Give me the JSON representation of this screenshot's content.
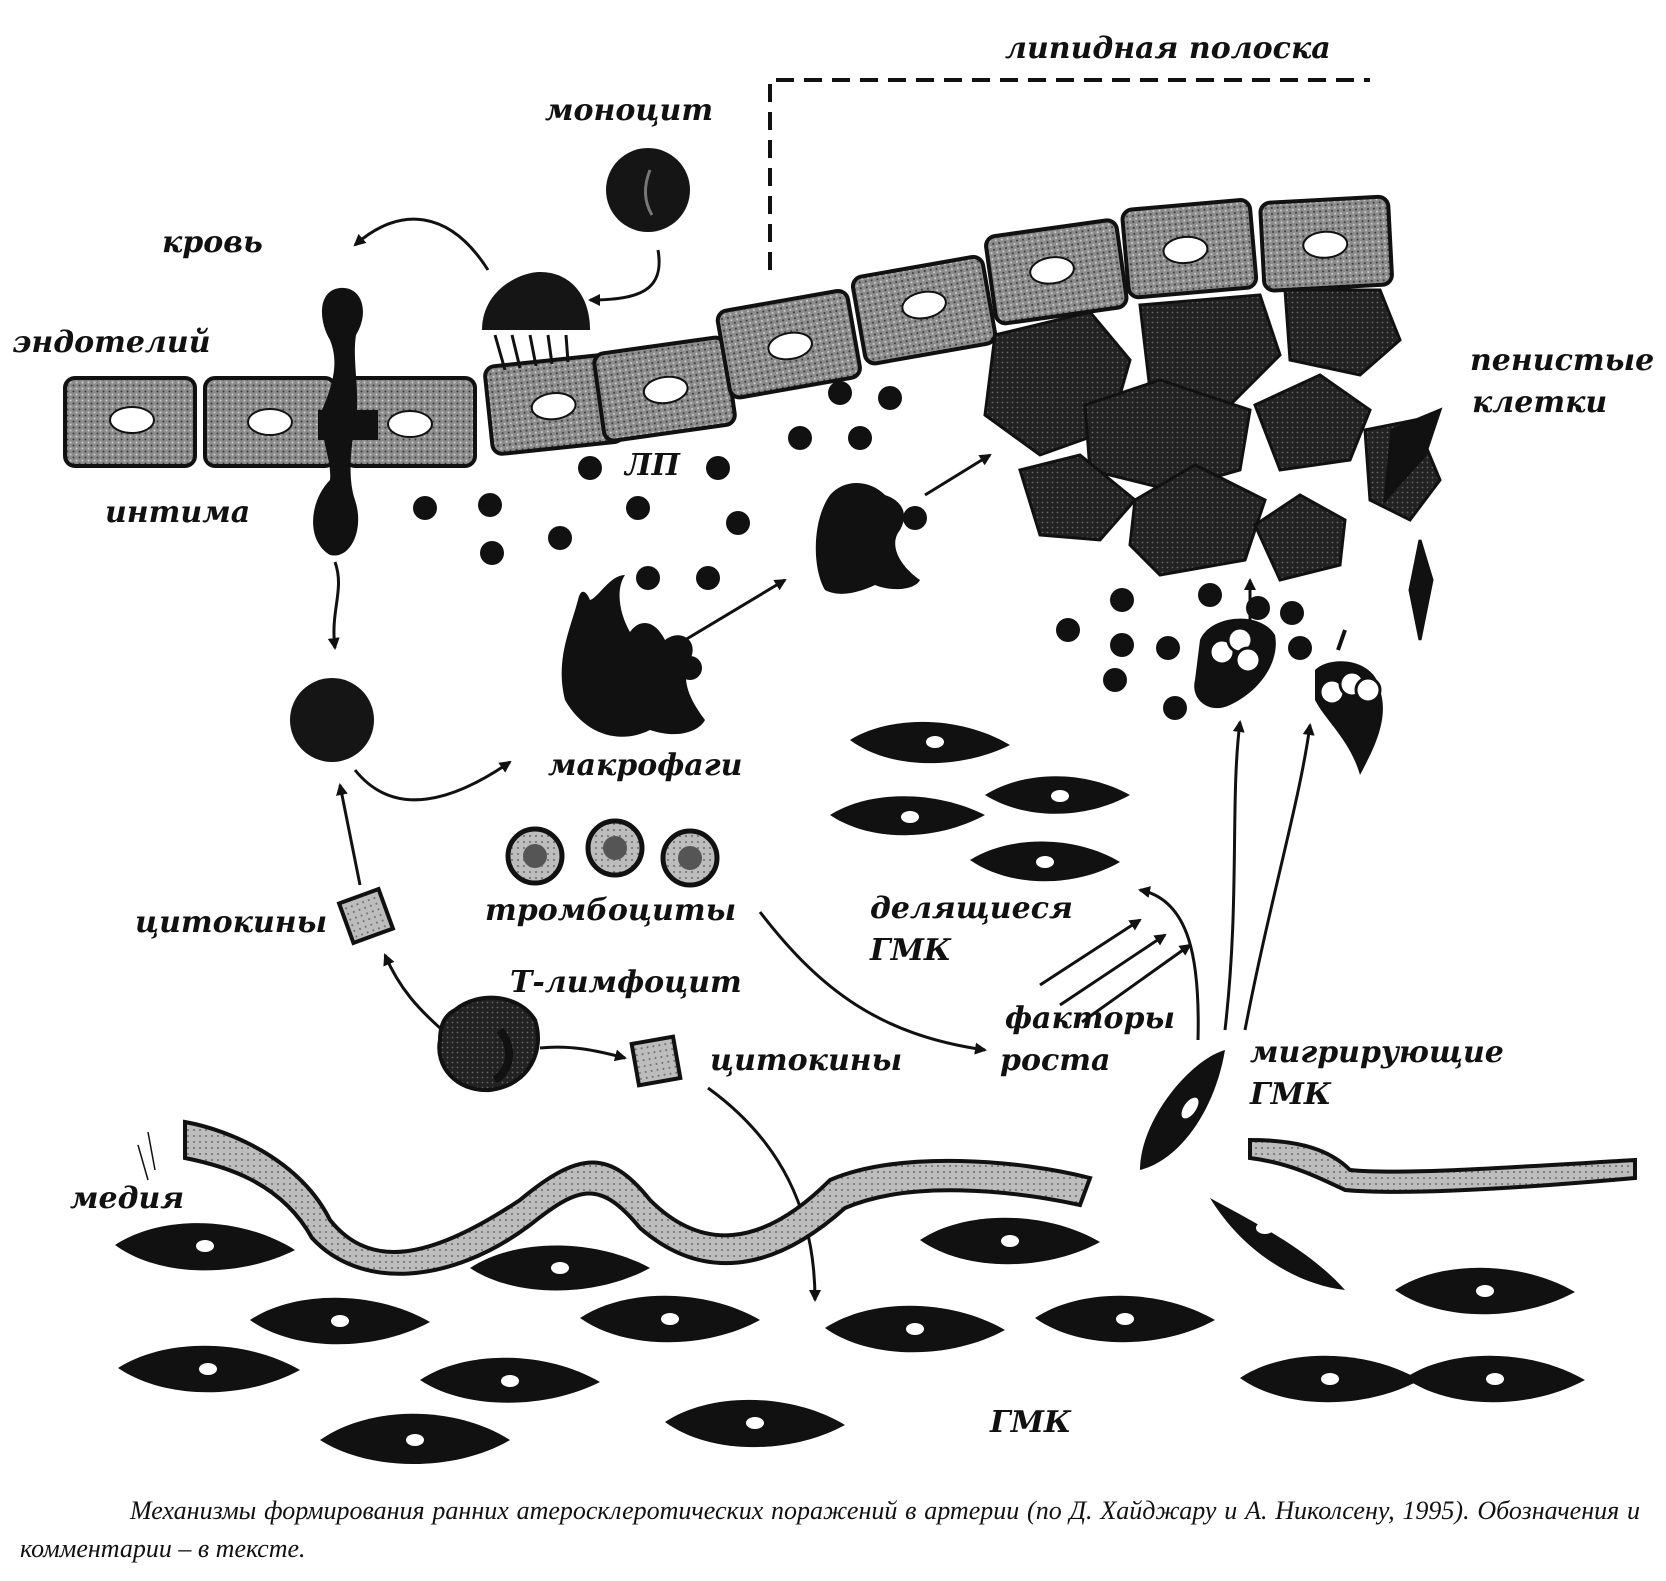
{
  "labels": {
    "lipid_stripe": "липидная полоска",
    "monocyte": "моноцит",
    "blood": "кровь",
    "endothelium": "эндотелий",
    "intima": "интима",
    "lp": "ЛП",
    "foam_cells_1": "пенистые",
    "foam_cells_2": "клетки",
    "macrophages": "макрофаги",
    "platelets": "тромбоциты",
    "dividing_smc_1": "делящиеся",
    "dividing_smc_2": "ГМК",
    "cytokines_left": "цитокины",
    "t_lymphocyte": "Т-лимфоцит",
    "cytokines_right": "цитокины",
    "growth_factors_1": "факторы",
    "growth_factors_2": "роста",
    "migrating_smc_1": "мигрирующие",
    "migrating_smc_2": "ГМК",
    "media": "медия",
    "smc": "ГМК"
  },
  "caption": "Механизмы формирования ранних атеросклеротических поражений в артерии (по Д. Хайджару и А. Николсену, 1995). Обозначения и комментарии – в тексте."
}
